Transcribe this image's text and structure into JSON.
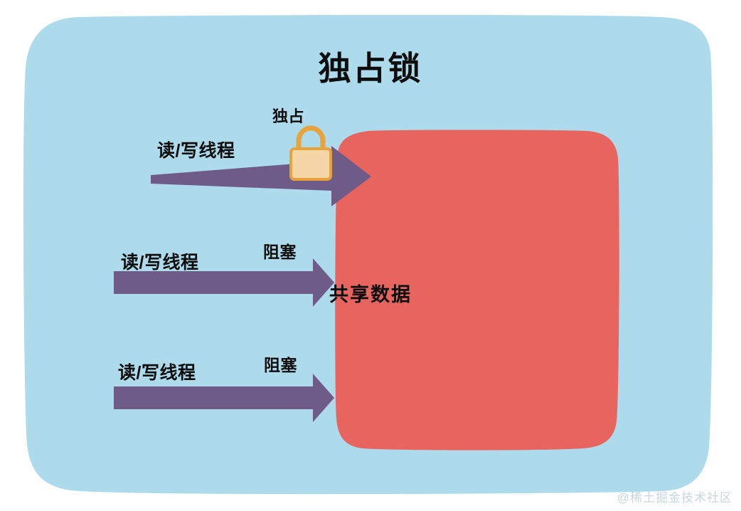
{
  "diagram": {
    "title": "独占锁",
    "shared_data_label": "共享数据",
    "lock_label": "独占",
    "watermark": "@稀土掘金技术社区",
    "colors": {
      "panel_background": "#ADDBEC",
      "shared_data_fill": "#E8645E",
      "arrow_fill": "#6E5B87",
      "lock_body": "#F5D6A8",
      "lock_stroke": "#E8A33D",
      "text": "#0D0D0D",
      "watermark": "#C9D7DE",
      "page_background": "#FFFFFF"
    },
    "rows": [
      {
        "thread_label": "读/写线程",
        "state_label": "独占",
        "has_lock_icon": true,
        "arrow_style": "tapered"
      },
      {
        "thread_label": "读/写线程",
        "state_label": "阻塞",
        "has_lock_icon": false,
        "arrow_style": "straight"
      },
      {
        "thread_label": "读/写线程",
        "state_label": "阻塞",
        "has_lock_icon": false,
        "arrow_style": "straight"
      }
    ]
  }
}
